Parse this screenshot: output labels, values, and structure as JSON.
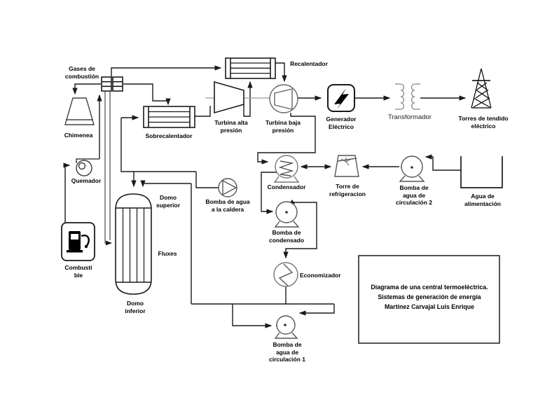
{
  "diagram": {
    "labels": {
      "gases": [
        "Gases de",
        "combustión"
      ],
      "chimenea": [
        "Chimenea"
      ],
      "quemador": [
        "Quemador"
      ],
      "combustible": [
        "Combusti",
        "ble"
      ],
      "sobrecalentador": [
        "Sobrecalentador"
      ],
      "recalentador": [
        "Recalentador"
      ],
      "turbina_alta": [
        "Turbina alta",
        "presión"
      ],
      "turbina_baja": [
        "Turbina baja",
        "presión"
      ],
      "generador": [
        "Generador",
        "Eléctrico"
      ],
      "transformador": [
        "Transformador"
      ],
      "torres_tendido": [
        "Torres de tendido",
        "eléctrico"
      ],
      "condensador": [
        "Condensador"
      ],
      "torre_refrigeracion": [
        "Torre de",
        "refrigeracion"
      ],
      "bomba_circulacion_2": [
        "Bomba de",
        "agua de",
        "circulación 2"
      ],
      "agua_alimentacion": [
        "Agua de",
        "alimentación"
      ],
      "domo_superior": [
        "Domo",
        "superior"
      ],
      "bomba_caldera": [
        "Bomba de agua",
        "a la caldera"
      ],
      "fluxes": [
        "Fluxes"
      ],
      "bomba_condensado": [
        "Bomba de",
        "condensado"
      ],
      "domo_inferior": [
        "Domo",
        "inferior"
      ],
      "economizador": [
        "Economizador"
      ],
      "bomba_circulacion_1": [
        "Bomba de",
        "agua de",
        "circulación 1"
      ]
    },
    "info_box": {
      "line1": "Diagrama de una central termoeléctrica.",
      "line2": "Sistemas de generación de energía",
      "line3": "Martínez Carvajal Luis Enrique"
    },
    "colors": {
      "line": "#1a1a1a",
      "gas_line": "#555555",
      "shaft": "#999999",
      "coil": "#888888",
      "background": "#ffffff"
    }
  }
}
